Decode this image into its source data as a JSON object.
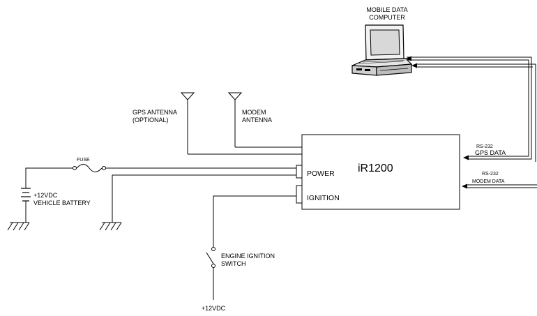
{
  "diagram": {
    "device": {
      "name": "iR1200",
      "port_power": "POWER",
      "port_ignition": "IGNITION"
    },
    "computer": {
      "line1": "MOBILE DATA",
      "line2": "COMPUTER"
    },
    "gps_antenna": {
      "line1": "GPS ANTENNA",
      "line2": "(OPTIONAL)"
    },
    "modem_antenna": {
      "line1": "MODEM",
      "line2": "ANTENNA"
    },
    "fuse": {
      "label": "FUSE"
    },
    "battery": {
      "line1": "+12VDC",
      "line2": "VEHICLE BATTERY"
    },
    "gps_link": {
      "line1": "RS-232",
      "line2": "GPS DATA"
    },
    "modem_link": {
      "line1": "RS-232",
      "line2": "MODEM DATA"
    },
    "ignition_switch": {
      "line1": "ENGINE IGNITION",
      "line2": "SWITCH"
    },
    "supply": {
      "label": "+12VDC"
    }
  }
}
